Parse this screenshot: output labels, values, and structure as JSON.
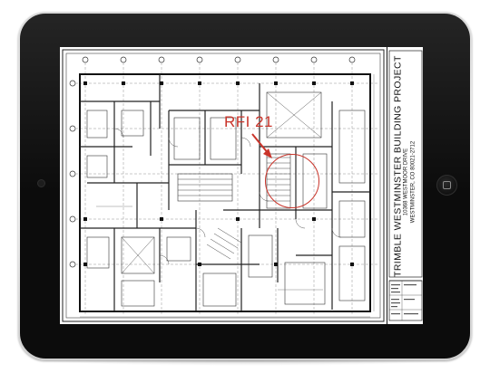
{
  "project": {
    "name": "TRIMBLE WESTMINSTER BUILDING PROJECT",
    "address_line1": "10368 WESTMOOR DRIVE",
    "address_line2": "WESTMINSTER, CO 80021-2712"
  },
  "markup": {
    "rfi_label": "RFI 21",
    "color": "#c9342a"
  },
  "device": {
    "bezel_color": "#0c0c0c",
    "frame_color": "#e6e6e6"
  },
  "icons": {
    "home_button": "home-button-icon",
    "camera": "camera-icon"
  }
}
